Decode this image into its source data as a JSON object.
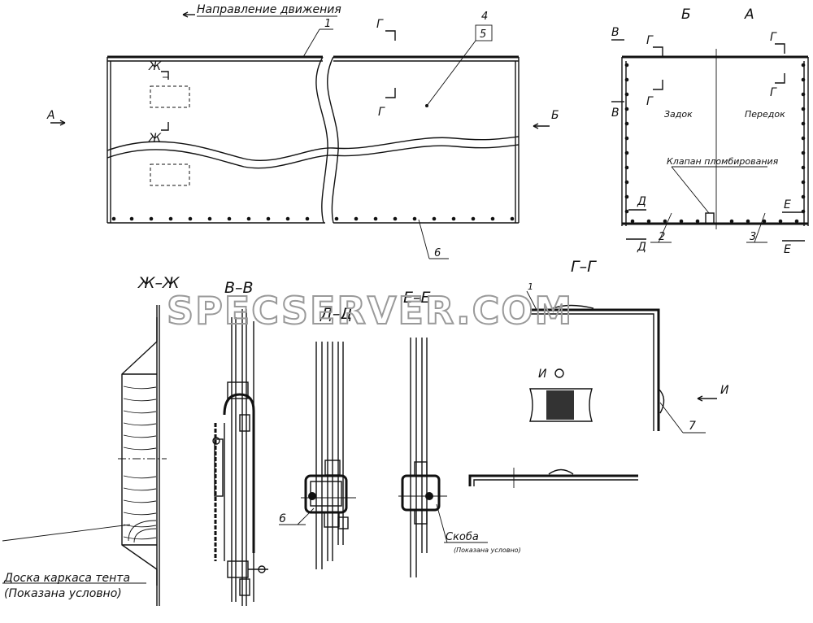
{
  "labels": {
    "direction": "Направление движения",
    "view_a": "А",
    "view_b": "Б",
    "view_a_top": "А",
    "section_v": "В",
    "section_g": "Г",
    "section_zh": "Ж",
    "section_d": "Д",
    "section_e": "Е",
    "callout_1": "1",
    "callout_2": "2",
    "callout_3": "3",
    "callout_4": "4",
    "callout_5": "5",
    "callout_6": "6",
    "callout_7": "7",
    "rear": "Задок",
    "front": "Передок",
    "seal_valve": "Клапан пломбирования",
    "title_zh": "Ж–Ж",
    "title_v": "В–В",
    "title_d": "Д–Д",
    "title_e": "Е–Е",
    "title_g": "Г–Г",
    "view_i": "И",
    "view_i_rot": "И",
    "bracket": "Скоба",
    "bracket_note": "(Показана условно)",
    "board_1": "Доска каркаса тента",
    "board_2": "(Показана условно)",
    "watermark": "SPECSERVER.COM"
  }
}
